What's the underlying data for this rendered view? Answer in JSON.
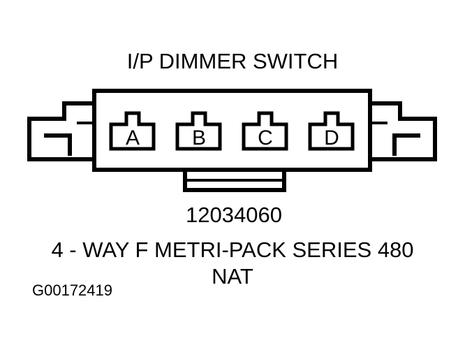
{
  "title": "I/P DIMMER SWITCH",
  "connector": {
    "pins": [
      {
        "label": "A"
      },
      {
        "label": "B"
      },
      {
        "label": "C"
      },
      {
        "label": "D"
      }
    ],
    "part_number": "12034060",
    "description": "4 - WAY F METRI-PACK SERIES 480",
    "color_code": "NAT"
  },
  "figure_id": "G00172419"
}
